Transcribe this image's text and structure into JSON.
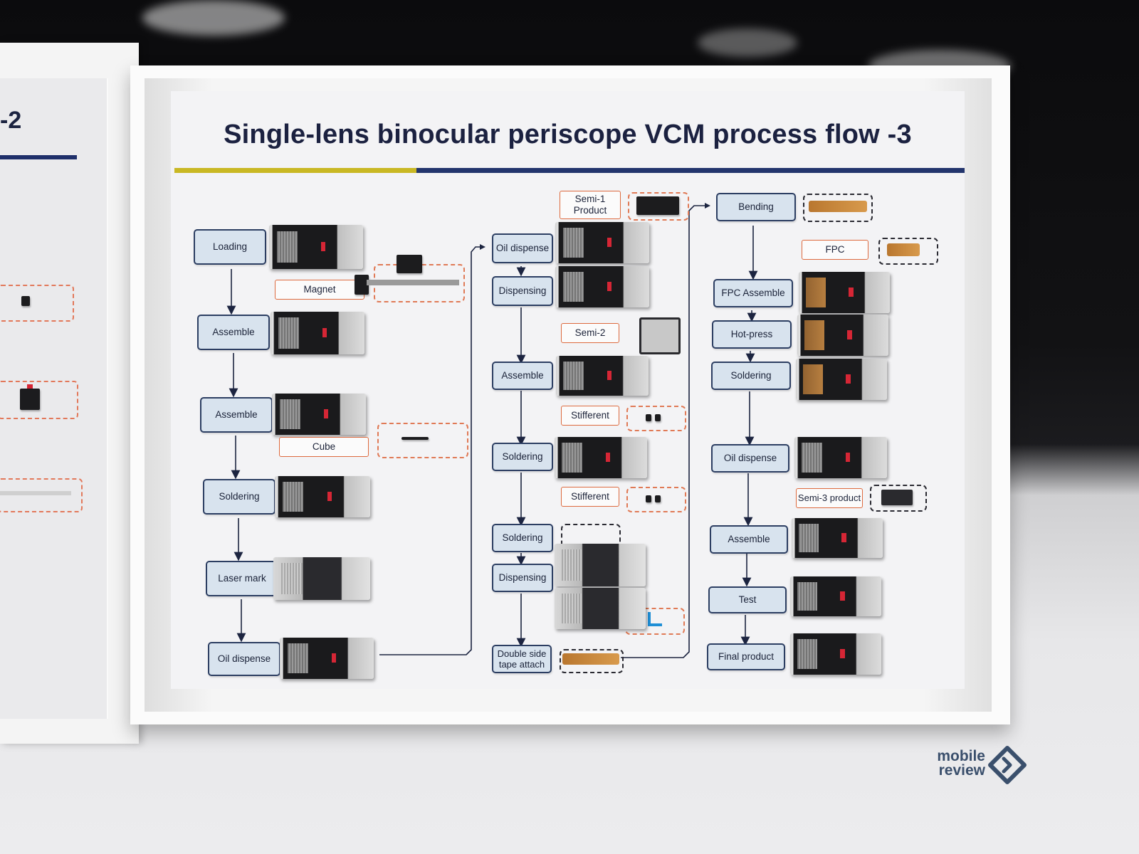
{
  "left_display": {
    "title_fragment": "-2"
  },
  "title": "Single-lens binocular periscope VCM process flow -3",
  "column1": {
    "steps": [
      "Loading",
      "Assemble",
      "Assemble",
      "Soldering",
      "Laser mark",
      "Oil dispense"
    ],
    "labels": [
      "Magnet",
      "Cube"
    ]
  },
  "column2": {
    "steps": [
      "Oil dispense",
      "Dispensing",
      "Assemble",
      "Soldering",
      "Soldering",
      "Dispensing",
      "Double side tape attach"
    ],
    "labels": [
      "Semi-1 Product",
      "Semi-2",
      "Stifferent",
      "Stifferent"
    ]
  },
  "column3": {
    "steps": [
      "Bending",
      "FPC Assemble",
      "Hot-press",
      "Soldering",
      "Oil dispense",
      "Assemble",
      "Test",
      "Final product"
    ],
    "labels": [
      "FPC",
      "Semi-3 product"
    ]
  },
  "watermark": {
    "line1": "mobile",
    "line2": "review"
  },
  "colors": {
    "step_fill": "#d8e3ee",
    "step_border": "#2c3e62",
    "label_border": "#dd6a3e",
    "rule_yellow": "#c9b824",
    "rule_blue": "#23356d"
  }
}
